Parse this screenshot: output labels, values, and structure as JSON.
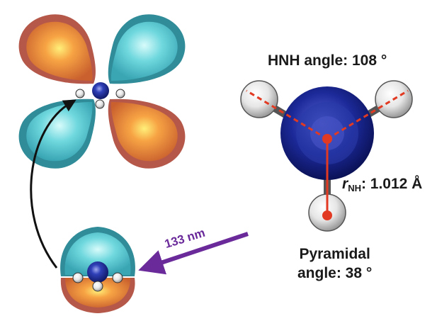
{
  "labels": {
    "hnh_angle": "HNH angle: 108 °",
    "r_symbol": "r",
    "r_subscript": "NH",
    "r_value": ": 1.012 Å",
    "pyramidal_line1": "Pyramidal",
    "pyramidal_line2": "angle: 38 °",
    "excitation_wavelength": "133 nm"
  },
  "colors": {
    "lobe_cyan": "#5fcfd6",
    "lobe_orange": "#f08a3a",
    "lobe_rim": "#b5584a",
    "nitrogen_blue": "#1f2f8f",
    "bond_red": "#e23a22",
    "arrow_purple": "#6a2a9a",
    "arrow_black": "#111111"
  }
}
